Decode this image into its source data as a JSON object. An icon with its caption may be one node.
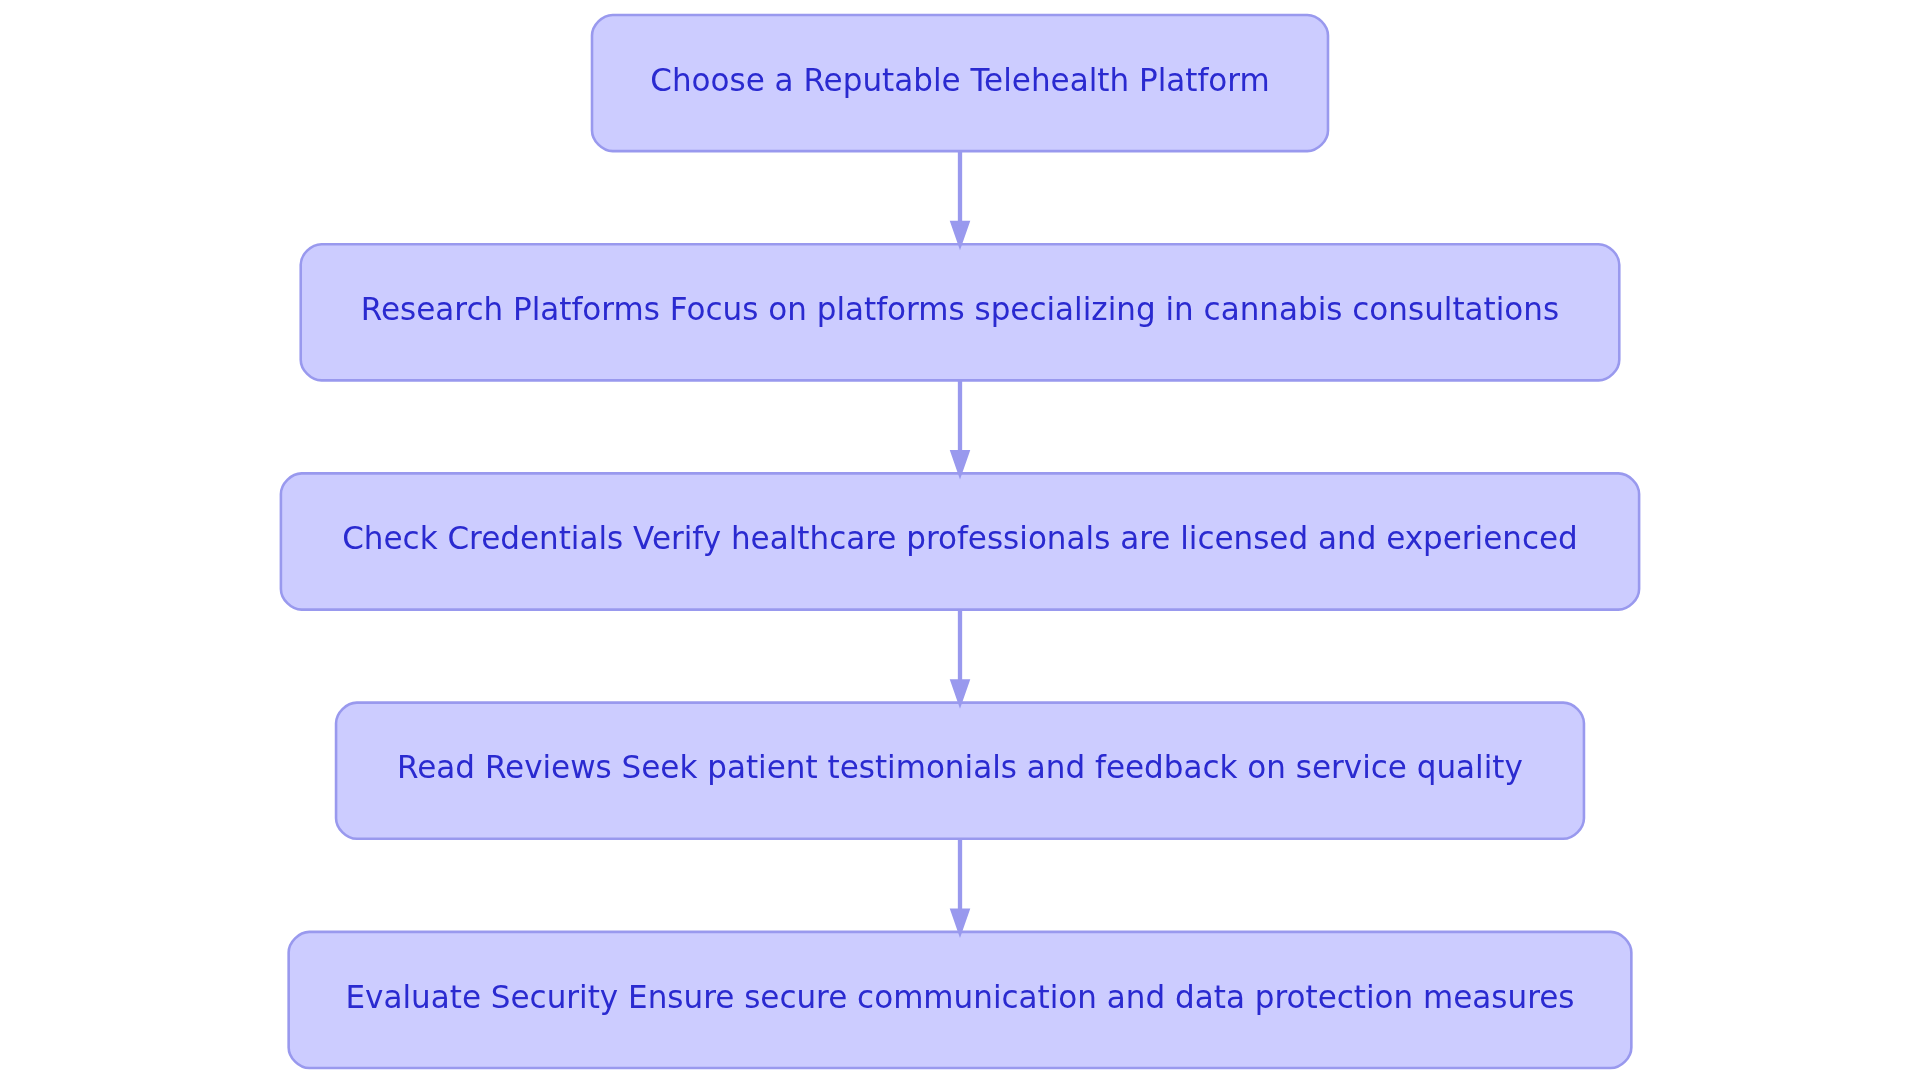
{
  "diagram": {
    "nodes": [
      {
        "text": [
          "Choose a Reputable Telehealth Platform"
        ]
      },
      {
        "text": [
          "Research Platforms Focus on platforms specializing in cannabis consultations"
        ]
      },
      {
        "text": [
          "Check Credentials Verify healthcare professionals are licensed and experienced"
        ]
      },
      {
        "text": [
          "Read Reviews Seek patient testimonials and feedback on service quality"
        ]
      },
      {
        "text": [
          "Evaluate Security Ensure secure communication and data protection measures"
        ]
      }
    ],
    "edges": [
      {
        "from": 0,
        "to": 1,
        "arrow": "to"
      },
      {
        "from": 1,
        "to": 2,
        "arrow": "to"
      },
      {
        "from": 2,
        "to": 3,
        "arrow": "to"
      },
      {
        "from": 3,
        "to": 4,
        "arrow": "to"
      }
    ]
  }
}
